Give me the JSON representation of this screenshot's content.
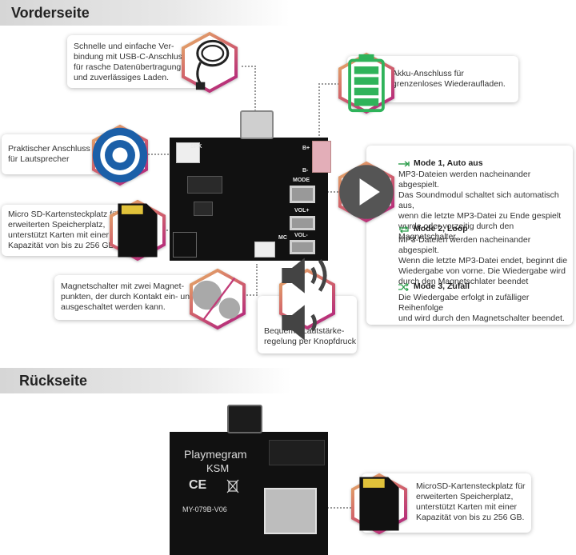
{
  "front": {
    "header": "Vorderseite",
    "callouts": {
      "usb": "Schnelle und einfache Ver-\nbindung mit USB-C-Anschluss\nfür rasche Datenübertragung\nund zuverlässiges Laden.",
      "battery": "Akku-Anschluss für\ngrenzenloses Wiederaufladen.",
      "speaker": "Praktischer Anschluss\nfür Lautsprecher",
      "sd": "Micro SD-Kartensteckplatz für\nerweiterten Speicherplatz,\nunterstützt Karten mit einer\nKapazität von bis zu 256 GB.",
      "magnet": "Magnetschalter mit zwei Magnet-\npunkten, der durch Kontakt ein- und\nausgeschaltet werden kann.",
      "volume": "Bequeme Lautstärke-\nregelung per Knopfdruck"
    },
    "modes": [
      {
        "title": "Mode 1, Auto aus",
        "body": "MP3-Dateien werden nacheinander abgespielt.\nDas Soundmodul schaltet sich automatisch aus,\nwenn die letzte MP3-Datei zu Ende gespielt\nwurde oder vorzeitig durch den Magnetschalter."
      },
      {
        "title": "Mode 2, Loop",
        "body": "MP3-Dateien werden nacheinander abgespielt.\nWenn die letzte MP3-Datei endet, beginnt die\nWiedergabe von vorne. Die Wiedergabe wird\ndurch den Magnetschlater beendet"
      },
      {
        "title": "Mode 3, Zufall",
        "body": "Die Wiedergabe erfolgt in zufälliger Reihenfolge\nund wird durch den Magnetschalter beendet."
      }
    ],
    "board_labels": {
      "spk": "SPK",
      "bplus": "B+",
      "bminus": "B-",
      "mode": "MODE",
      "volplus": "VOL+",
      "volminus": "VOL-",
      "mc": "MC"
    }
  },
  "back": {
    "header": "Rückseite",
    "callouts": {
      "sd": "MicroSD-Kartensteckplatz für\nerweiterten Speicherplatz,\nunterstützt Karten mit einer\nKapazität von bis zu 256 GB."
    },
    "board_labels": {
      "brand": "Playmegram",
      "model": "KSM",
      "ce": "CE",
      "code": "MY-079B-V06"
    }
  },
  "colors": {
    "accent_start": "#d9a05b",
    "accent_end": "#c23c78",
    "battery": "#2fb35a",
    "speaker_blue": "#1b5fa8",
    "board": "#111111"
  },
  "icons": [
    "usb-cable-icon",
    "battery-icon",
    "speaker-connector-icon",
    "sd-card-icon",
    "magnet-switch-icon",
    "volume-up-icon",
    "volume-down-icon",
    "play-icon",
    "mode-autooff-icon",
    "mode-loop-icon",
    "mode-shuffle-icon"
  ]
}
